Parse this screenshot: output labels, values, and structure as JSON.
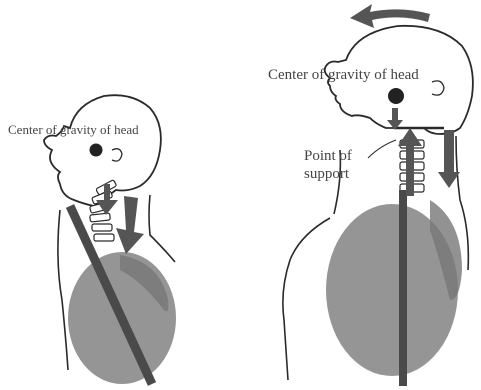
{
  "figures": {
    "left": {
      "cog_label": "Center of gravity of head"
    },
    "right": {
      "cog_label": "Center of gravity of head",
      "support_label_line1": "Point of",
      "support_label_line2": "support"
    }
  },
  "colors": {
    "outline": "#2a2a2a",
    "lung_fill": "#8f8f8f",
    "lung_dark": "#777777",
    "arrow": "#555555",
    "spine_line": "#4a4a4a",
    "vertebra": "#ffffff",
    "text": "#444444"
  }
}
